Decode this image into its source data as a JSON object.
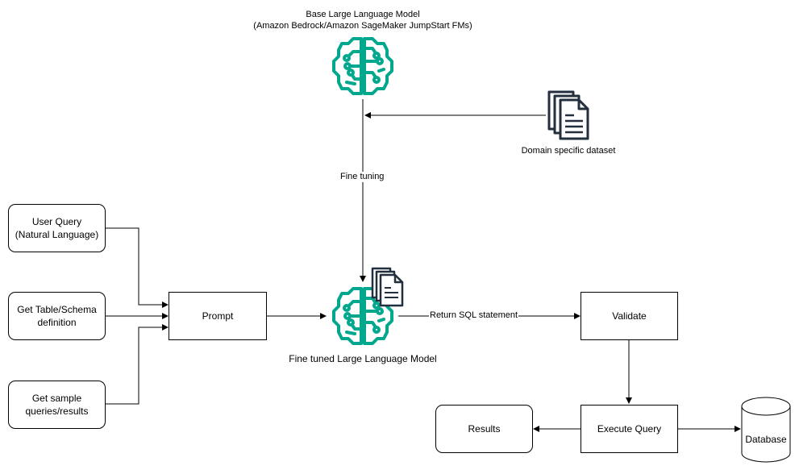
{
  "base_model": {
    "title_line1": "Base Large Language Model",
    "title_line2": "(Amazon Bedrock/Amazon SageMaker JumpStart FMs)",
    "icon": "ai-brain-icon"
  },
  "dataset": {
    "label": "Domain specific dataset",
    "icon": "documents-icon"
  },
  "fine_tuning_label": "Fine tuning",
  "inputs": {
    "user_query": "User Query\n(Natural Language)",
    "schema": "Get Table/Schema\ndefinition",
    "samples": "Get sample\nqueries/results"
  },
  "prompt": "Prompt",
  "fine_tuned_model": {
    "label": "Fine tuned Large Language Model",
    "icon": "ai-brain-icon"
  },
  "return_sql_label": "Return SQL statement",
  "validate": "Validate",
  "execute_query": "Execute Query",
  "results": "Results",
  "database": "Database",
  "colors": {
    "brain": "#01a88d",
    "stroke": "#000000",
    "doc": "#232f3e"
  }
}
